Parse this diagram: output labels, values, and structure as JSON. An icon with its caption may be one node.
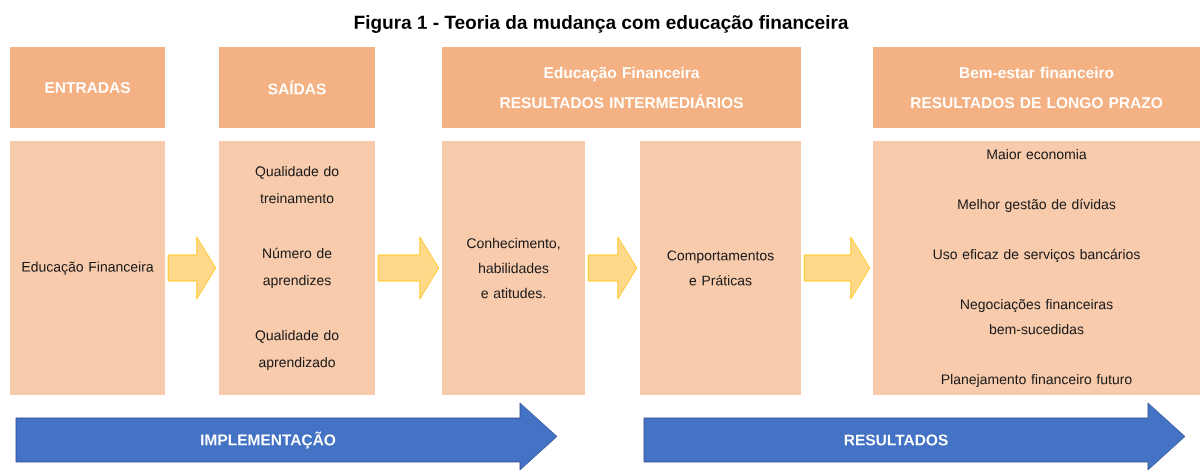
{
  "diagram": {
    "title": "Figura 1 - Teoria da mudança com educação financeira",
    "nodes": [
      {
        "text": [
          "ENTRADAS"
        ]
      },
      {
        "text": [
          "SAÍDAS"
        ]
      },
      {
        "text": [
          "Educação Financeira",
          "RESULTADOS INTERMEDIÁRIOS"
        ]
      },
      {
        "text": [
          "Bem-estar financeiro",
          "RESULTADOS DE LONGO PRAZO"
        ]
      },
      {
        "text": [
          "Educação Financeira"
        ]
      },
      {
        "text": [
          "Qualidade do treinamento",
          "Número de aprendizes",
          "Qualidade do aprendizado"
        ]
      },
      {
        "text": [
          "Conhecimento, habilidades e atitudes."
        ]
      },
      {
        "text": [
          "Comportamentos e Práticas"
        ]
      },
      {
        "text": [
          "Maior economia",
          "Melhor gestão de dívidas",
          "Uso eficaz de serviços bancários",
          "Negociações financeiras bem-sucedidas",
          "Planejamento financeiro futuro"
        ]
      },
      {
        "text": [
          "IMPLEMENTAÇÃO"
        ]
      },
      {
        "text": [
          "RESULTADOS"
        ]
      }
    ],
    "edges": [
      {
        "from": 4,
        "to": 5,
        "arrow": "to"
      },
      {
        "from": 5,
        "to": 6,
        "arrow": "to"
      },
      {
        "from": 6,
        "to": 7,
        "arrow": "to"
      },
      {
        "from": 7,
        "to": 8,
        "arrow": "to"
      }
    ]
  }
}
